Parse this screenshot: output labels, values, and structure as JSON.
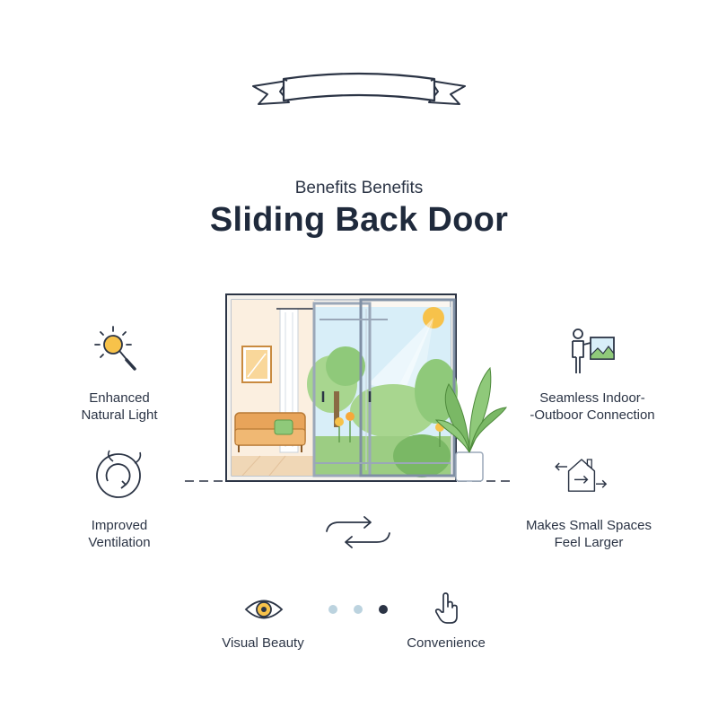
{
  "header": {
    "subtitle": "Benefits Benefits",
    "title": "Sliding Back Door"
  },
  "benefits": {
    "light": {
      "label_line1": "Enhanced",
      "label_line2": "Natural Light",
      "icon": "sun-magnifier-icon"
    },
    "ventilation": {
      "label_line1": "Improved",
      "label_line2": "Ventilation",
      "icon": "airflow-circle-icon"
    },
    "connection": {
      "label_line1": "Seamless Indoor-",
      "label_line2": "-Outboor Connection",
      "icon": "person-landscape-icon"
    },
    "spaces": {
      "label_line1": "Makes Small Spaces",
      "label_line2": "Feel Larger",
      "icon": "house-arrows-icon"
    },
    "beauty": {
      "label": "Visual Beauty",
      "icon": "eye-icon"
    },
    "convenience": {
      "label": "Convenience",
      "icon": "hand-pointer-icon"
    }
  },
  "center_icon": "swap-arrows-icon",
  "pagination": {
    "dot_count": 3,
    "active_index": 2
  },
  "colors": {
    "ink": "#2b3445",
    "sun": "#f7c24a",
    "sky": "#d8eef8",
    "foliage": "#8fc97a",
    "sofa": "#e8a45a",
    "frame": "#9aa7b8",
    "dot_inactive": "#bcd3df",
    "dot_active": "#2b3445"
  }
}
